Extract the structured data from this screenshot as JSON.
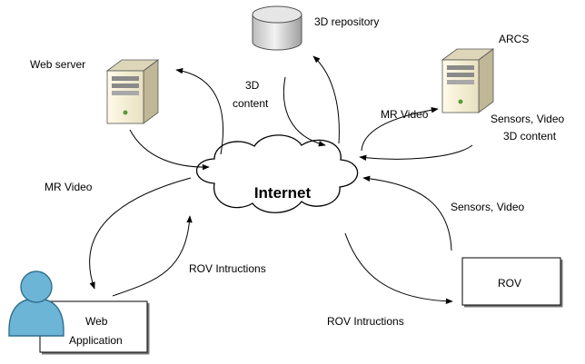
{
  "nodes": {
    "internet": "Internet",
    "repository": "3D repository",
    "web_server": "Web server",
    "arcs": "ARCS",
    "rov": "ROV",
    "web_app_line1": "Web",
    "web_app_line2": "Application"
  },
  "edges": {
    "content_line1": "3D",
    "content_line2": "content",
    "mr_video_arcs": "MR Video",
    "arcs_out_line1": "Sensors, Video",
    "arcs_out_line2": "3D content",
    "mr_video_left": "MR Video",
    "rov_instr_app": "ROV Intructions",
    "sensors_video_rov": "Sensors, Video",
    "rov_instr_rov": "ROV Intructions"
  },
  "colors": {
    "user_fill": "#6cb5d6",
    "user_stroke": "#2f6f8e",
    "server_body": "#f4efd8",
    "server_side": "#c9c1a0",
    "repo_fill": "#d9d9d9"
  }
}
